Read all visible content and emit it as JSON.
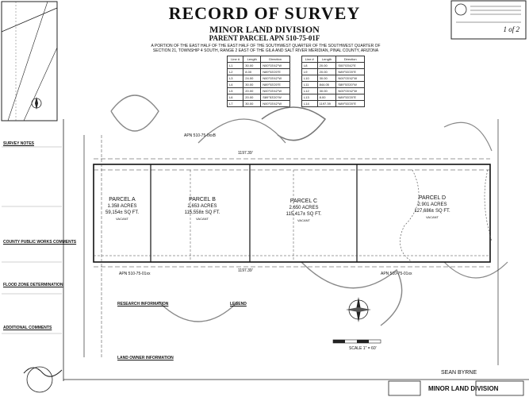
{
  "header": {
    "title": "RECORD OF SURVEY",
    "subtitle": "MINOR LAND DIVISION",
    "parent_parcel": "PARENT PARCEL APN 510-75-01F",
    "description_line1": "A PORTION OF THE EAST HALF OF THE EAST HALF OF THE SOUTHWEST QUARTER OF THE SOUTHWEST QUARTER OF",
    "description_line2": "SECTION 21, TOWNSHIP 4 SOUTH, RANGE 2 EAST OF THE GILA AND SALT RIVER MERIDIAN, PINAL COUNTY, ARIZONA"
  },
  "sheet": "1 of 2",
  "line_table_left": {
    "headers": [
      "Line #",
      "Length",
      "Direction"
    ],
    "rows": [
      [
        "L1",
        "30.00",
        "N00°03'42\"W"
      ],
      [
        "L2",
        "8.00",
        "N89°53'20\"E"
      ],
      [
        "L3",
        "24.00",
        "N00°03'42\"W"
      ],
      [
        "L4",
        "30.00",
        "N89°53'20\"E"
      ],
      [
        "L5",
        "20.00",
        "N00°03'42\"W"
      ],
      [
        "L6",
        "20.00",
        "S89°53'20\"W"
      ],
      [
        "L7",
        "30.00",
        "N00°03'42\"W"
      ]
    ]
  },
  "line_table_right": {
    "headers": [
      "Line #",
      "Length",
      "Direction"
    ],
    "rows": [
      [
        "L8",
        "20.00",
        "S00°03'42\"E"
      ],
      [
        "L9",
        "20.00",
        "N89°53'20\"E"
      ],
      [
        "L10",
        "30.00",
        "N00°03'42\"W"
      ],
      [
        "L11",
        "844.05",
        "S89°53'20\"W"
      ],
      [
        "L12",
        "30.00",
        "N00°03'42\"W"
      ],
      [
        "L13",
        "8.00",
        "N89°53'20\"E"
      ],
      [
        "L14",
        "1197.39",
        "N89°53'20\"E"
      ]
    ]
  },
  "parcels": [
    {
      "name": "PARCEL A",
      "acres": "1.358 ACRES",
      "sqft": "59,154± SQ FT.",
      "tag": "VACANT"
    },
    {
      "name": "PARCEL B",
      "acres": "2.653 ACRES",
      "sqft": "115,558± SQ FT.",
      "tag": "VACANT"
    },
    {
      "name": "PARCEL C",
      "acres": "2.650 ACRES",
      "sqft": "115,417± SQ FT.",
      "tag": "VACANT"
    },
    {
      "name": "PARCEL D",
      "acres": "2.901 ACRES",
      "sqft": "127,686± SQ FT.",
      "tag": "VACANT"
    }
  ],
  "notes": {
    "survey_notes": "SURVEY NOTES",
    "county_public": "COUNTY PUBLIC WORKS COMMENTS",
    "flood": "FLOOD ZONE DETERMINATION",
    "additional": "ADDITIONAL COMMENTS",
    "research": "RESEARCH INFORMATION",
    "legend": "LEGEND",
    "owner": "LAND OWNER INFORMATION"
  },
  "labels": {
    "north_apn": "APN 510-75-0xxB",
    "south_apn_a": "APN 510-75-01xx",
    "south_apn_b": "APN 510-75-01xx",
    "scale": "SCALE 1\" = 60'",
    "surveyor": "SEAN BYRNE",
    "footer": "MINOR LAND DIVISION",
    "north_dim": "1197.39'",
    "south_dim": "1197.39'"
  }
}
